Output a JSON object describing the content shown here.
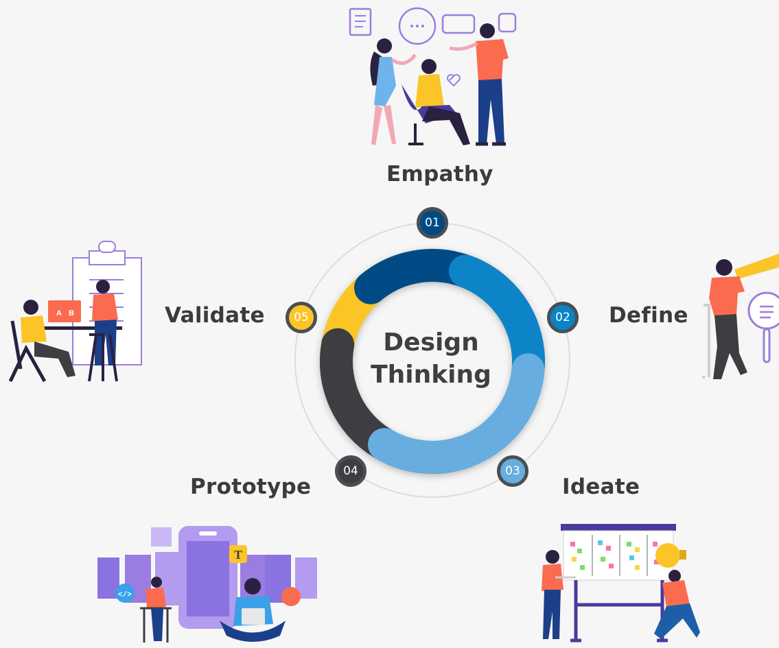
{
  "center": {
    "line1": "Design",
    "line2": "Thinking"
  },
  "stages": [
    {
      "number": "01",
      "label": "Empathy",
      "color": "#004b85"
    },
    {
      "number": "02",
      "label": "Define",
      "color": "#0a84c8"
    },
    {
      "number": "03",
      "label": "Ideate",
      "color": "#67addf"
    },
    {
      "number": "04",
      "label": "Prototype",
      "color": "#3e3e42"
    },
    {
      "number": "05",
      "label": "Validate",
      "color": "#fcc527"
    }
  ],
  "illustrations": {
    "validate_ab": {
      "a": "A",
      "b": "B"
    },
    "prototype_text_tool": "T",
    "prototype_code_tag": "</>"
  }
}
